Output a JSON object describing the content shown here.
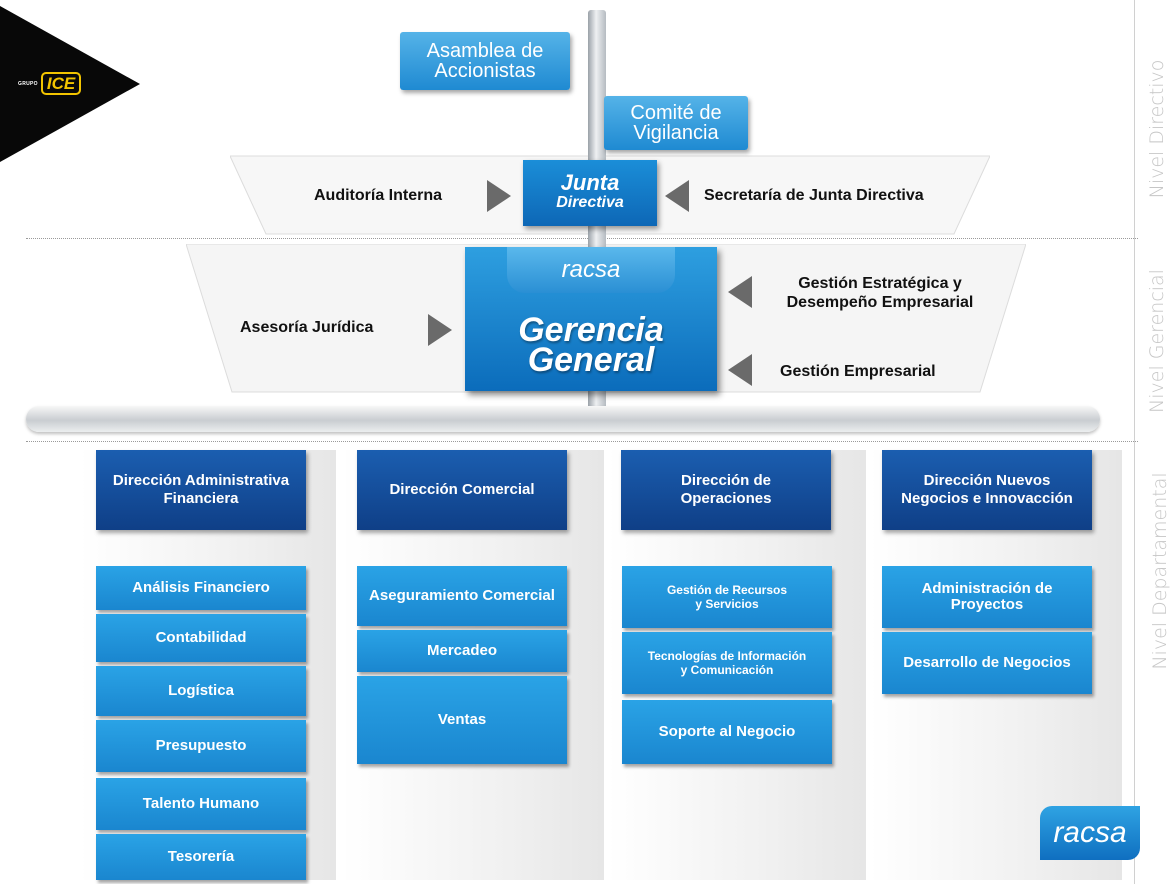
{
  "brand": {
    "group_small": "GRUPO",
    "group_name": "ICE",
    "logo": "racsa"
  },
  "levels": {
    "directivo": "Nivel Directivo",
    "gerencial": "Nivel Gerencial",
    "departamental": "Nivel Departamental"
  },
  "signs": {
    "asamblea": [
      "Asamblea de",
      "Accionistas"
    ],
    "comite": [
      "Comité de",
      "Vigilancia"
    ]
  },
  "junta": {
    "line1": "Junta",
    "line2": "Directiva",
    "left": "Auditoría Interna",
    "right": "Secretaría de Junta Directiva"
  },
  "gerencia": {
    "logo": "racsa",
    "line1": "Gerencia",
    "line2": "General",
    "left": "Asesoría Jurídica",
    "right_top": [
      "Gestión Estratégica y",
      "Desempeño Empresarial"
    ],
    "right_bottom": "Gestión Empresarial"
  },
  "directions": [
    {
      "title": [
        "Dirección Administrativa",
        "Financiera"
      ],
      "marker_color": "#5ab6d8",
      "units": [
        [
          "Análisis Financiero"
        ],
        [
          "Contabilidad"
        ],
        [
          "Logística"
        ],
        [
          "Presupuesto"
        ],
        [
          "Talento Humano"
        ],
        [
          "Tesorería"
        ]
      ]
    },
    {
      "title": [
        "Dirección Comercial"
      ],
      "marker_color": "#f07a12",
      "units": [
        [
          "Aseguramiento Comercial"
        ],
        [
          "Mercadeo"
        ],
        [
          "Ventas"
        ]
      ]
    },
    {
      "title": [
        "Dirección de",
        "Operaciones"
      ],
      "marker_color": "#f07a12",
      "units": [
        [
          "Gestión de Recursos",
          "y Servicios"
        ],
        [
          "Tecnologías de Información",
          "y Comunicación"
        ],
        [
          "Soporte al Negocio"
        ]
      ]
    },
    {
      "title": [
        "Dirección  Nuevos",
        "Negocios e Innovacción"
      ],
      "marker_color": "#e0198b",
      "units": [
        [
          "Administración de",
          "Proyectos"
        ],
        [
          "Desarrollo de Negocios"
        ]
      ]
    }
  ]
}
